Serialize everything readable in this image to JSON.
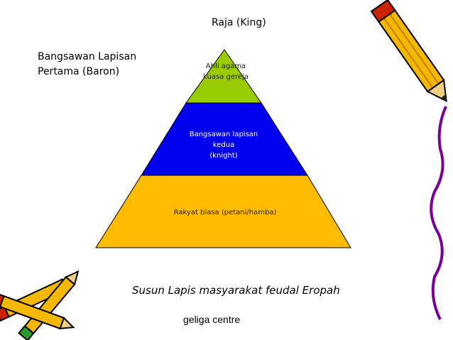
{
  "pyramid": {
    "apex_label": "Raja (King)",
    "side_label_line1": "Bangsawan Lapisan",
    "side_label_line2": "Pertama (Baron)",
    "levels": [
      {
        "line1": "Ahli agama",
        "line2": "kuasa gereja",
        "color": "#99cc00"
      },
      {
        "line1": "Bangsawan lapisan kedua",
        "line2": "(knight)",
        "color": "#0000ee"
      },
      {
        "line1": "Rakyat biasa (petani/hamba)",
        "line2": "",
        "color": "#ffbb00"
      }
    ]
  },
  "caption": "Susun Lapis masyarakat feudal Eropah",
  "credit": "geliga centre",
  "icons": [
    "pencil-icon",
    "pencils-bundle-icon"
  ]
}
